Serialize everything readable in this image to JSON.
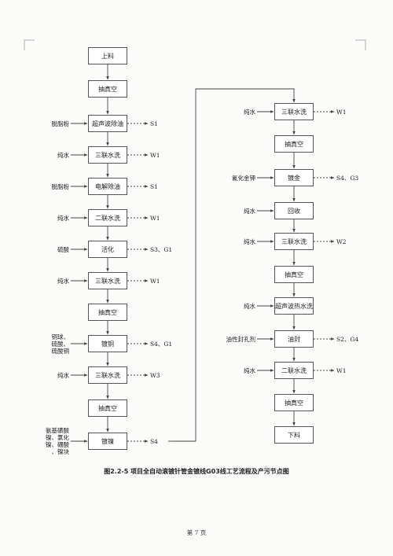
{
  "left_steps": [
    {
      "label": "上料"
    },
    {
      "label": "抽真空"
    },
    {
      "label": "超声波除油",
      "input": "脱脂粉",
      "output": "S1"
    },
    {
      "label": "三联水洗",
      "input": "纯水",
      "output": "W1"
    },
    {
      "label": "电解除油",
      "input": "脱脂粉",
      "output": "S1"
    },
    {
      "label": "二联水洗",
      "input": "纯水",
      "output": "W1"
    },
    {
      "label": "活化",
      "input": "硫酸",
      "output": "S3、G1"
    },
    {
      "label": "三联水洗",
      "input": "纯水",
      "output": "W1"
    },
    {
      "label": "抽真空"
    },
    {
      "label": "镀铜",
      "input": "铜球、\n硫酸、\n硫酸铜",
      "output": "S4、G1"
    },
    {
      "label": "三联水洗",
      "input": "纯水",
      "output": "W3"
    },
    {
      "label": "抽真空"
    },
    {
      "label": "镀镍",
      "input": "氨基磺酸\n镍、氯化\n镍、硼酸\n、镍块",
      "output": "S4"
    }
  ],
  "right_steps": [
    {
      "label": "三联水洗",
      "input": "纯水",
      "output": "W1"
    },
    {
      "label": "抽真空"
    },
    {
      "label": "镀金",
      "input": "氰化金钾",
      "output": "S4、G3"
    },
    {
      "label": "回收",
      "input": "纯水"
    },
    {
      "label": "三联水洗",
      "input": "纯水",
      "output": "W2"
    },
    {
      "label": "抽真空"
    },
    {
      "label": "超声波热水洗",
      "input": "纯水"
    },
    {
      "label": "油封",
      "input": "油性封孔剂",
      "output": "S2、G4"
    },
    {
      "label": "二联水洗",
      "input": "纯水",
      "output": "W1"
    },
    {
      "label": "抽真空"
    },
    {
      "label": "下料"
    }
  ],
  "caption": "图2.2-5  项目全自动滚镀针管金镀线G03线工艺流程及产污节点图",
  "page_number": "第 7 页",
  "colors": {
    "line": "#444444",
    "box_border": "#555555",
    "text": "#222222"
  }
}
